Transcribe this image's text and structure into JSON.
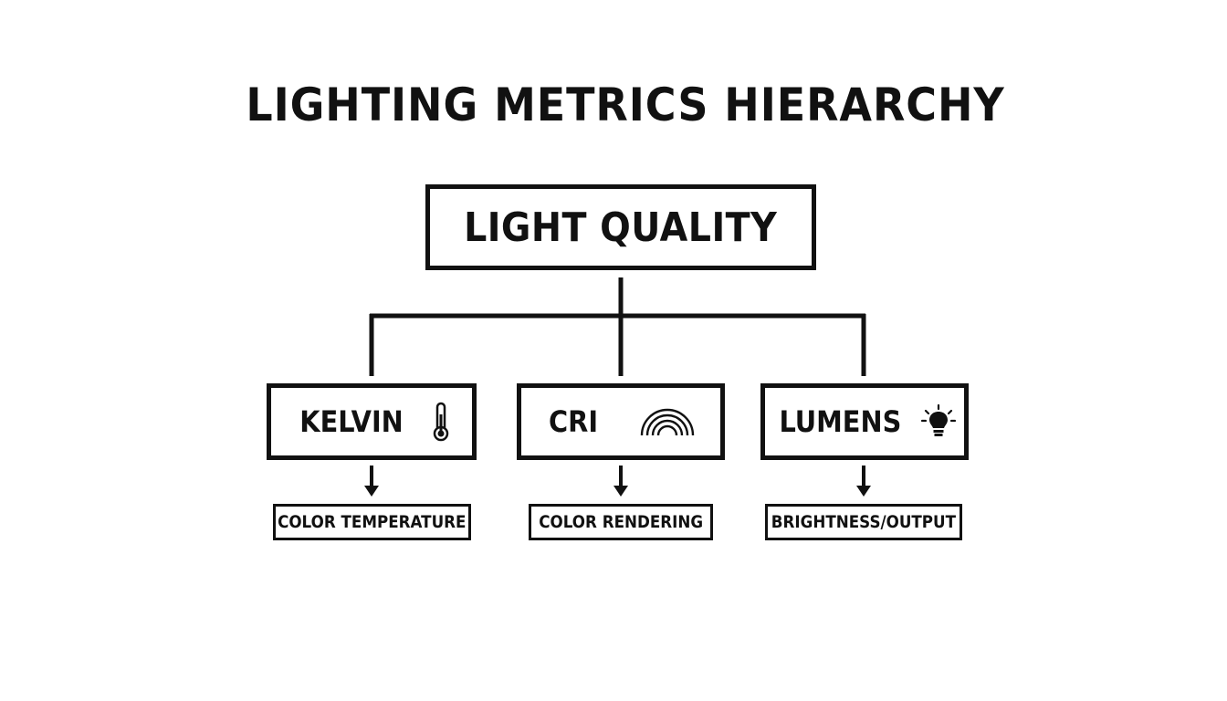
{
  "title": "LIGHTING METRICS HIERARCHY",
  "root": {
    "label": "LIGHT QUALITY"
  },
  "children": [
    {
      "label": "KELVIN",
      "icon": "thermometer-icon",
      "description": "COLOR TEMPERATURE"
    },
    {
      "label": "CRI",
      "icon": "rainbow-icon",
      "description": "COLOR RENDERING"
    },
    {
      "label": "LUMENS",
      "icon": "lightbulb-icon",
      "description": "BRIGHTNESS/OUTPUT"
    }
  ],
  "colors": {
    "stroke": "#111111",
    "background": "#ffffff"
  }
}
